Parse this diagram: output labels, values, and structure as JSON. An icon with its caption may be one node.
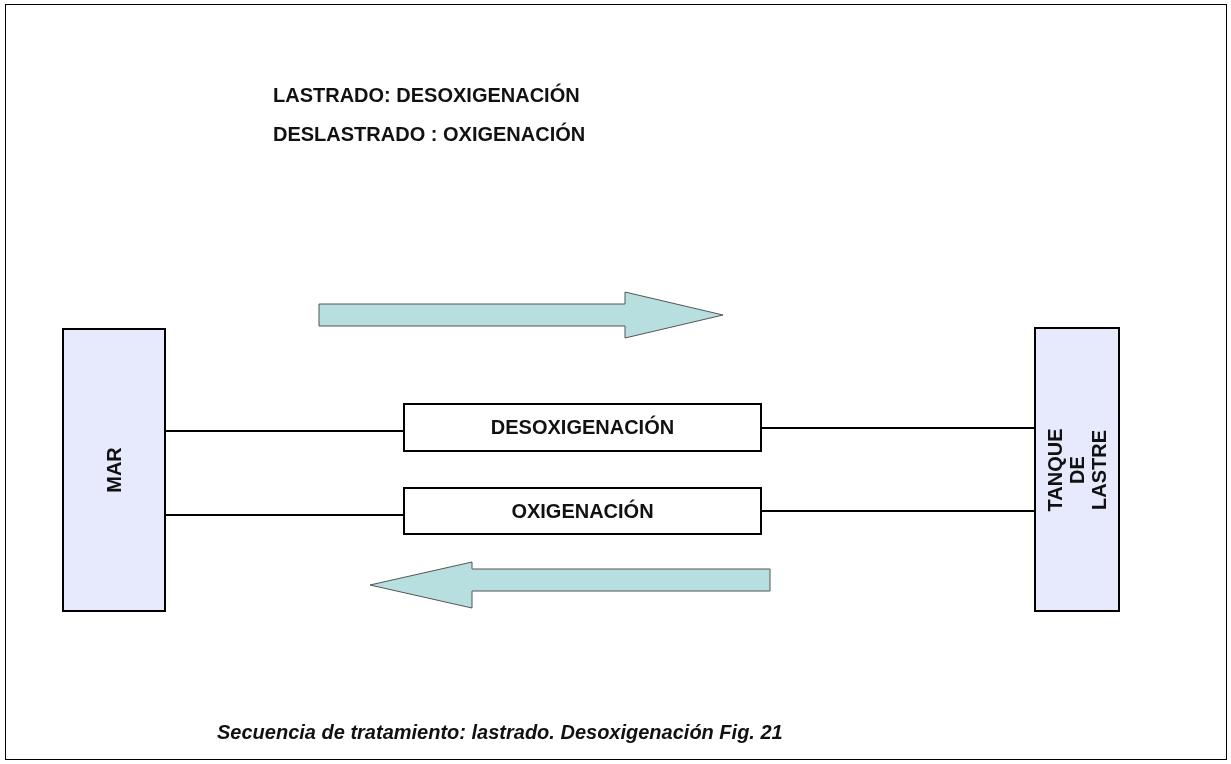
{
  "diagram": {
    "caption": "Secuencia de tratamiento: lastrado. Desoxigenación  Fig. 21",
    "nodes": [
      {
        "text": [
          "MAR"
        ]
      },
      {
        "text": [
          "DESOXIGENACIÓN"
        ]
      },
      {
        "text": [
          "OXIGENACIÓN"
        ]
      },
      {
        "text": [
          "TANQUE DE LASTRE"
        ]
      }
    ],
    "edges": [
      {
        "from": 0,
        "to": 1,
        "arrow": "none"
      },
      {
        "from": 1,
        "to": 3,
        "arrow": "none"
      },
      {
        "from": 0,
        "to": 2,
        "arrow": "none"
      },
      {
        "from": 2,
        "to": 3,
        "arrow": "none"
      }
    ],
    "labels": [
      "LASTRADO: DESOXIGENACIÓN",
      "DESLASTRADO : OXIGENACIÓN"
    ]
  }
}
